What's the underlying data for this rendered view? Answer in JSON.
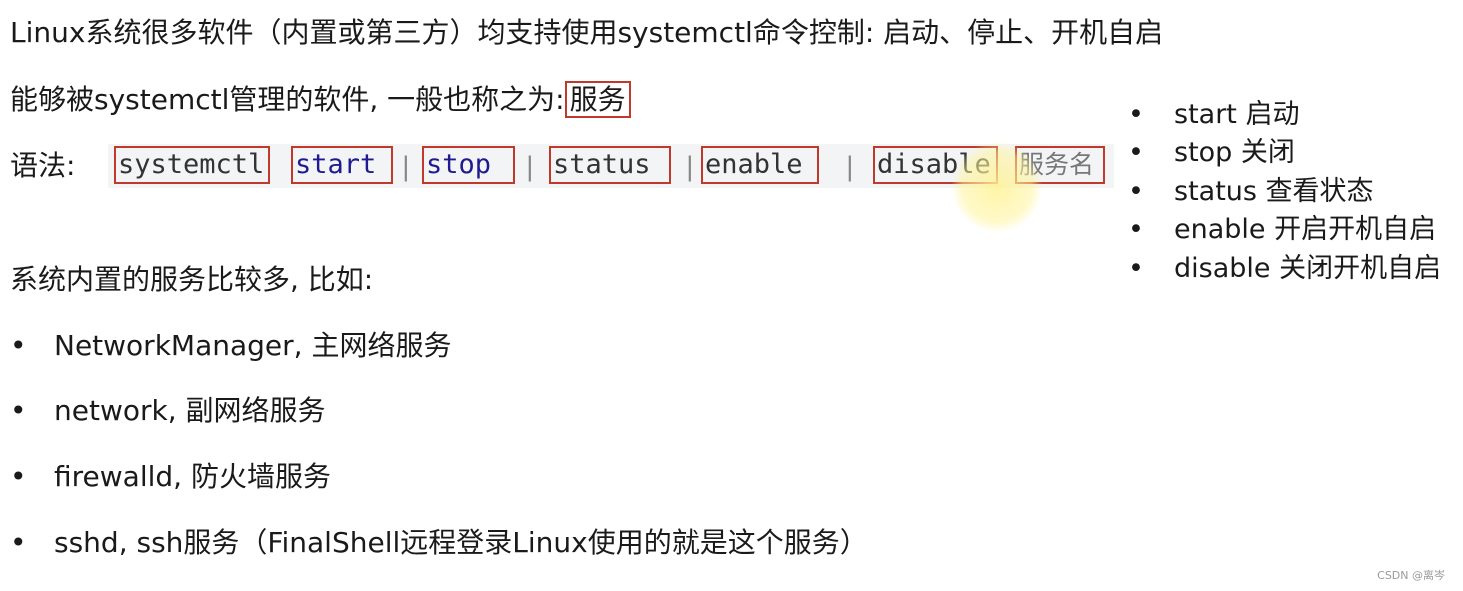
{
  "line1": "Linux系统很多软件（内置或第三方）均支持使用systemctl命令控制: 启动、停止、开机自启",
  "line2": {
    "text": "能够被systemctl管理的软件, 一般也称之为:",
    "boxed": "服务"
  },
  "syntax": {
    "label": "语法:",
    "tokens": [
      "systemctl",
      "start",
      "stop",
      "status",
      "enable",
      "disable",
      "服务名"
    ],
    "separator": "|"
  },
  "line3": "系统内置的服务比较多, 比如:",
  "services": [
    "NetworkManager, 主网络服务",
    "network, 副网络服务",
    "firewalld, 防火墙服务",
    "sshd, ssh服务（FinalShell远程登录Linux使用的就是这个服务）"
  ],
  "commands": [
    "start 启动",
    "stop 关闭",
    "status 查看状态",
    "enable 开启开机自启",
    "disable 关闭开机自启"
  ],
  "bullet": "•",
  "watermark": "CSDN @离岑",
  "colors": {
    "box": "#c0392b",
    "keyword": "#1f1b8f",
    "code_bg": "#f3f4f6"
  }
}
